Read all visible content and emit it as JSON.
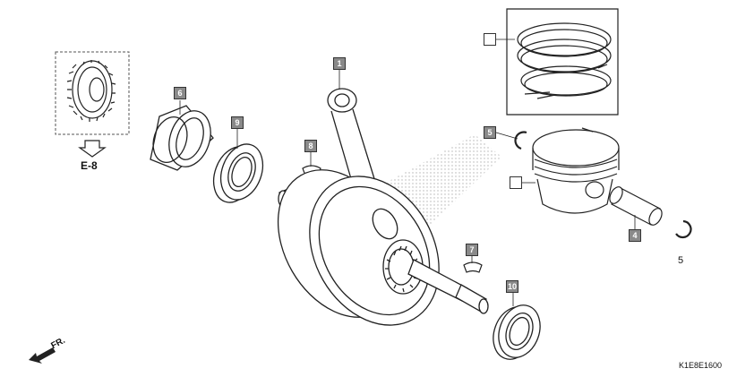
{
  "diagram": {
    "callouts": [
      {
        "id": "1",
        "label": "1"
      },
      {
        "id": "4",
        "label": "4"
      },
      {
        "id": "5a",
        "label": "5"
      },
      {
        "id": "5b",
        "label": "5"
      },
      {
        "id": "6",
        "label": "6"
      },
      {
        "id": "7",
        "label": "7"
      },
      {
        "id": "8",
        "label": "8"
      },
      {
        "id": "9",
        "label": "9"
      },
      {
        "id": "10",
        "label": "10"
      }
    ],
    "reference_label": "E-8",
    "front_label": "FR.",
    "code": "K1E8E1600"
  },
  "colors": {
    "callout_fill": "#8a8a8a",
    "line": "#222222"
  }
}
